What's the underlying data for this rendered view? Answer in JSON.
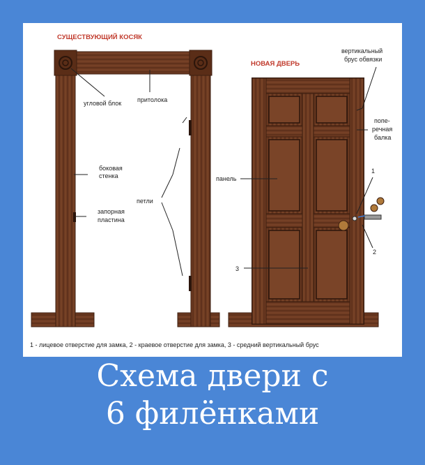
{
  "frame_title": "СУЩЕСТВУЮЩИЙ КОСЯК",
  "door_title": "НОВАЯ ДВЕРЬ",
  "labels": {
    "corner_block": "угловой блок",
    "lintel": "притолока",
    "side_wall_1": "боковая",
    "side_wall_2": "стенка",
    "hinges": "петли",
    "strike_1": "запорная",
    "strike_2": "пластина",
    "vertical_1": "вертикальный",
    "vertical_2": "брус обвязки",
    "cross_1": "попе-",
    "cross_2": "речная",
    "cross_3": "балка",
    "panel": "панель",
    "num_1": "1",
    "num_2": "2",
    "num_3": "3"
  },
  "legend": "1 - лицевое отверстие для замка,  2 - краевое отверстие для замка,  3 - средний вертикальный брус",
  "caption": {
    "line1": "Схема двери с",
    "line2": "6 филёнками"
  },
  "colors": {
    "background": "#4a86d6",
    "wood": "#6b3a22",
    "wood_dark": "#3d1f10",
    "title_red": "#c0392b"
  }
}
